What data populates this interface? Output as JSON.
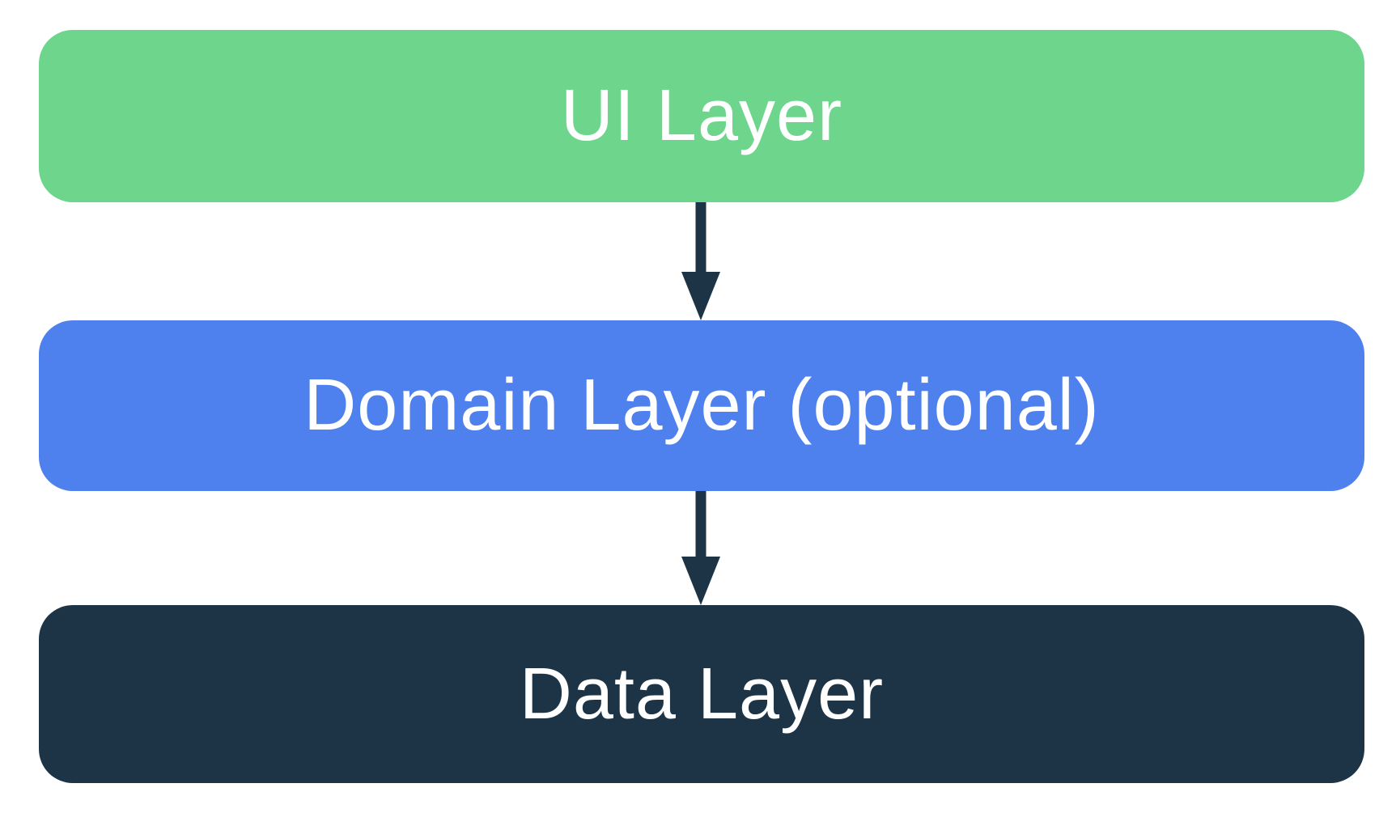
{
  "colors": {
    "background": "#ffffff",
    "ui-box": "#6dd58c",
    "domain-box": "#4e80ee",
    "data-box": "#1d3447",
    "arrow": "#1d3447",
    "label-text": "#ffffff"
  },
  "diagram": {
    "type": "layered-architecture-flow",
    "layers": [
      {
        "id": "ui",
        "label": "UI Layer"
      },
      {
        "id": "domain",
        "label": "Domain Layer (optional)"
      },
      {
        "id": "data",
        "label": "Data Layer"
      }
    ],
    "connections": [
      {
        "from": "ui",
        "to": "domain",
        "style": "down-arrow"
      },
      {
        "from": "domain",
        "to": "data",
        "style": "down-arrow"
      }
    ]
  }
}
